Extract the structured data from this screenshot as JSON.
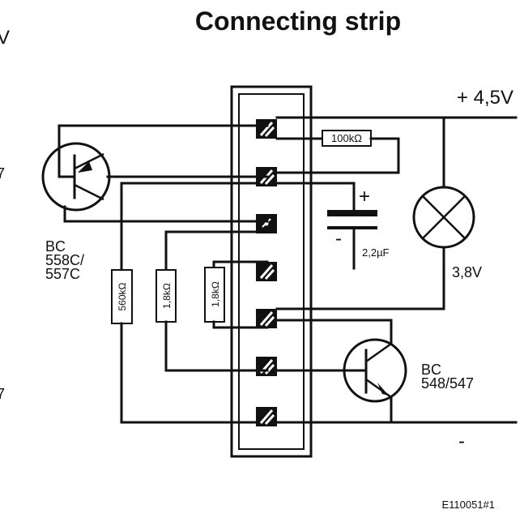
{
  "title": "Connecting strip",
  "labels": {
    "supply_plus": "+ 4,5V",
    "supply_minus": "-",
    "left_edge_top": "V",
    "left_edge_mid": "7",
    "left_edge_low": "7",
    "bc558_line1": "BC",
    "bc558_line2": "558C/",
    "bc558_line3": "557C",
    "bc548_line1": "BC",
    "bc548_line2": "548/547",
    "lamp_voltage": "3,8V",
    "r_100k": "100kΩ",
    "r_560k": "560kΩ",
    "r_1k8_a": "1,8kΩ",
    "r_1k8_b": "1,8kΩ",
    "cap_plus": "+",
    "cap_minus": "-",
    "cap_value": "2,2µF",
    "figure_id": "E110051#1"
  },
  "icons": {
    "pnp_transistor": "pnp-transistor-icon",
    "npn_transistor": "npn-transistor-icon",
    "lamp": "lamp-icon",
    "capacitor": "capacitor-icon",
    "terminal": "screw-terminal-icon"
  },
  "colors": {
    "ink": "#111111",
    "paper": "#ffffff"
  }
}
